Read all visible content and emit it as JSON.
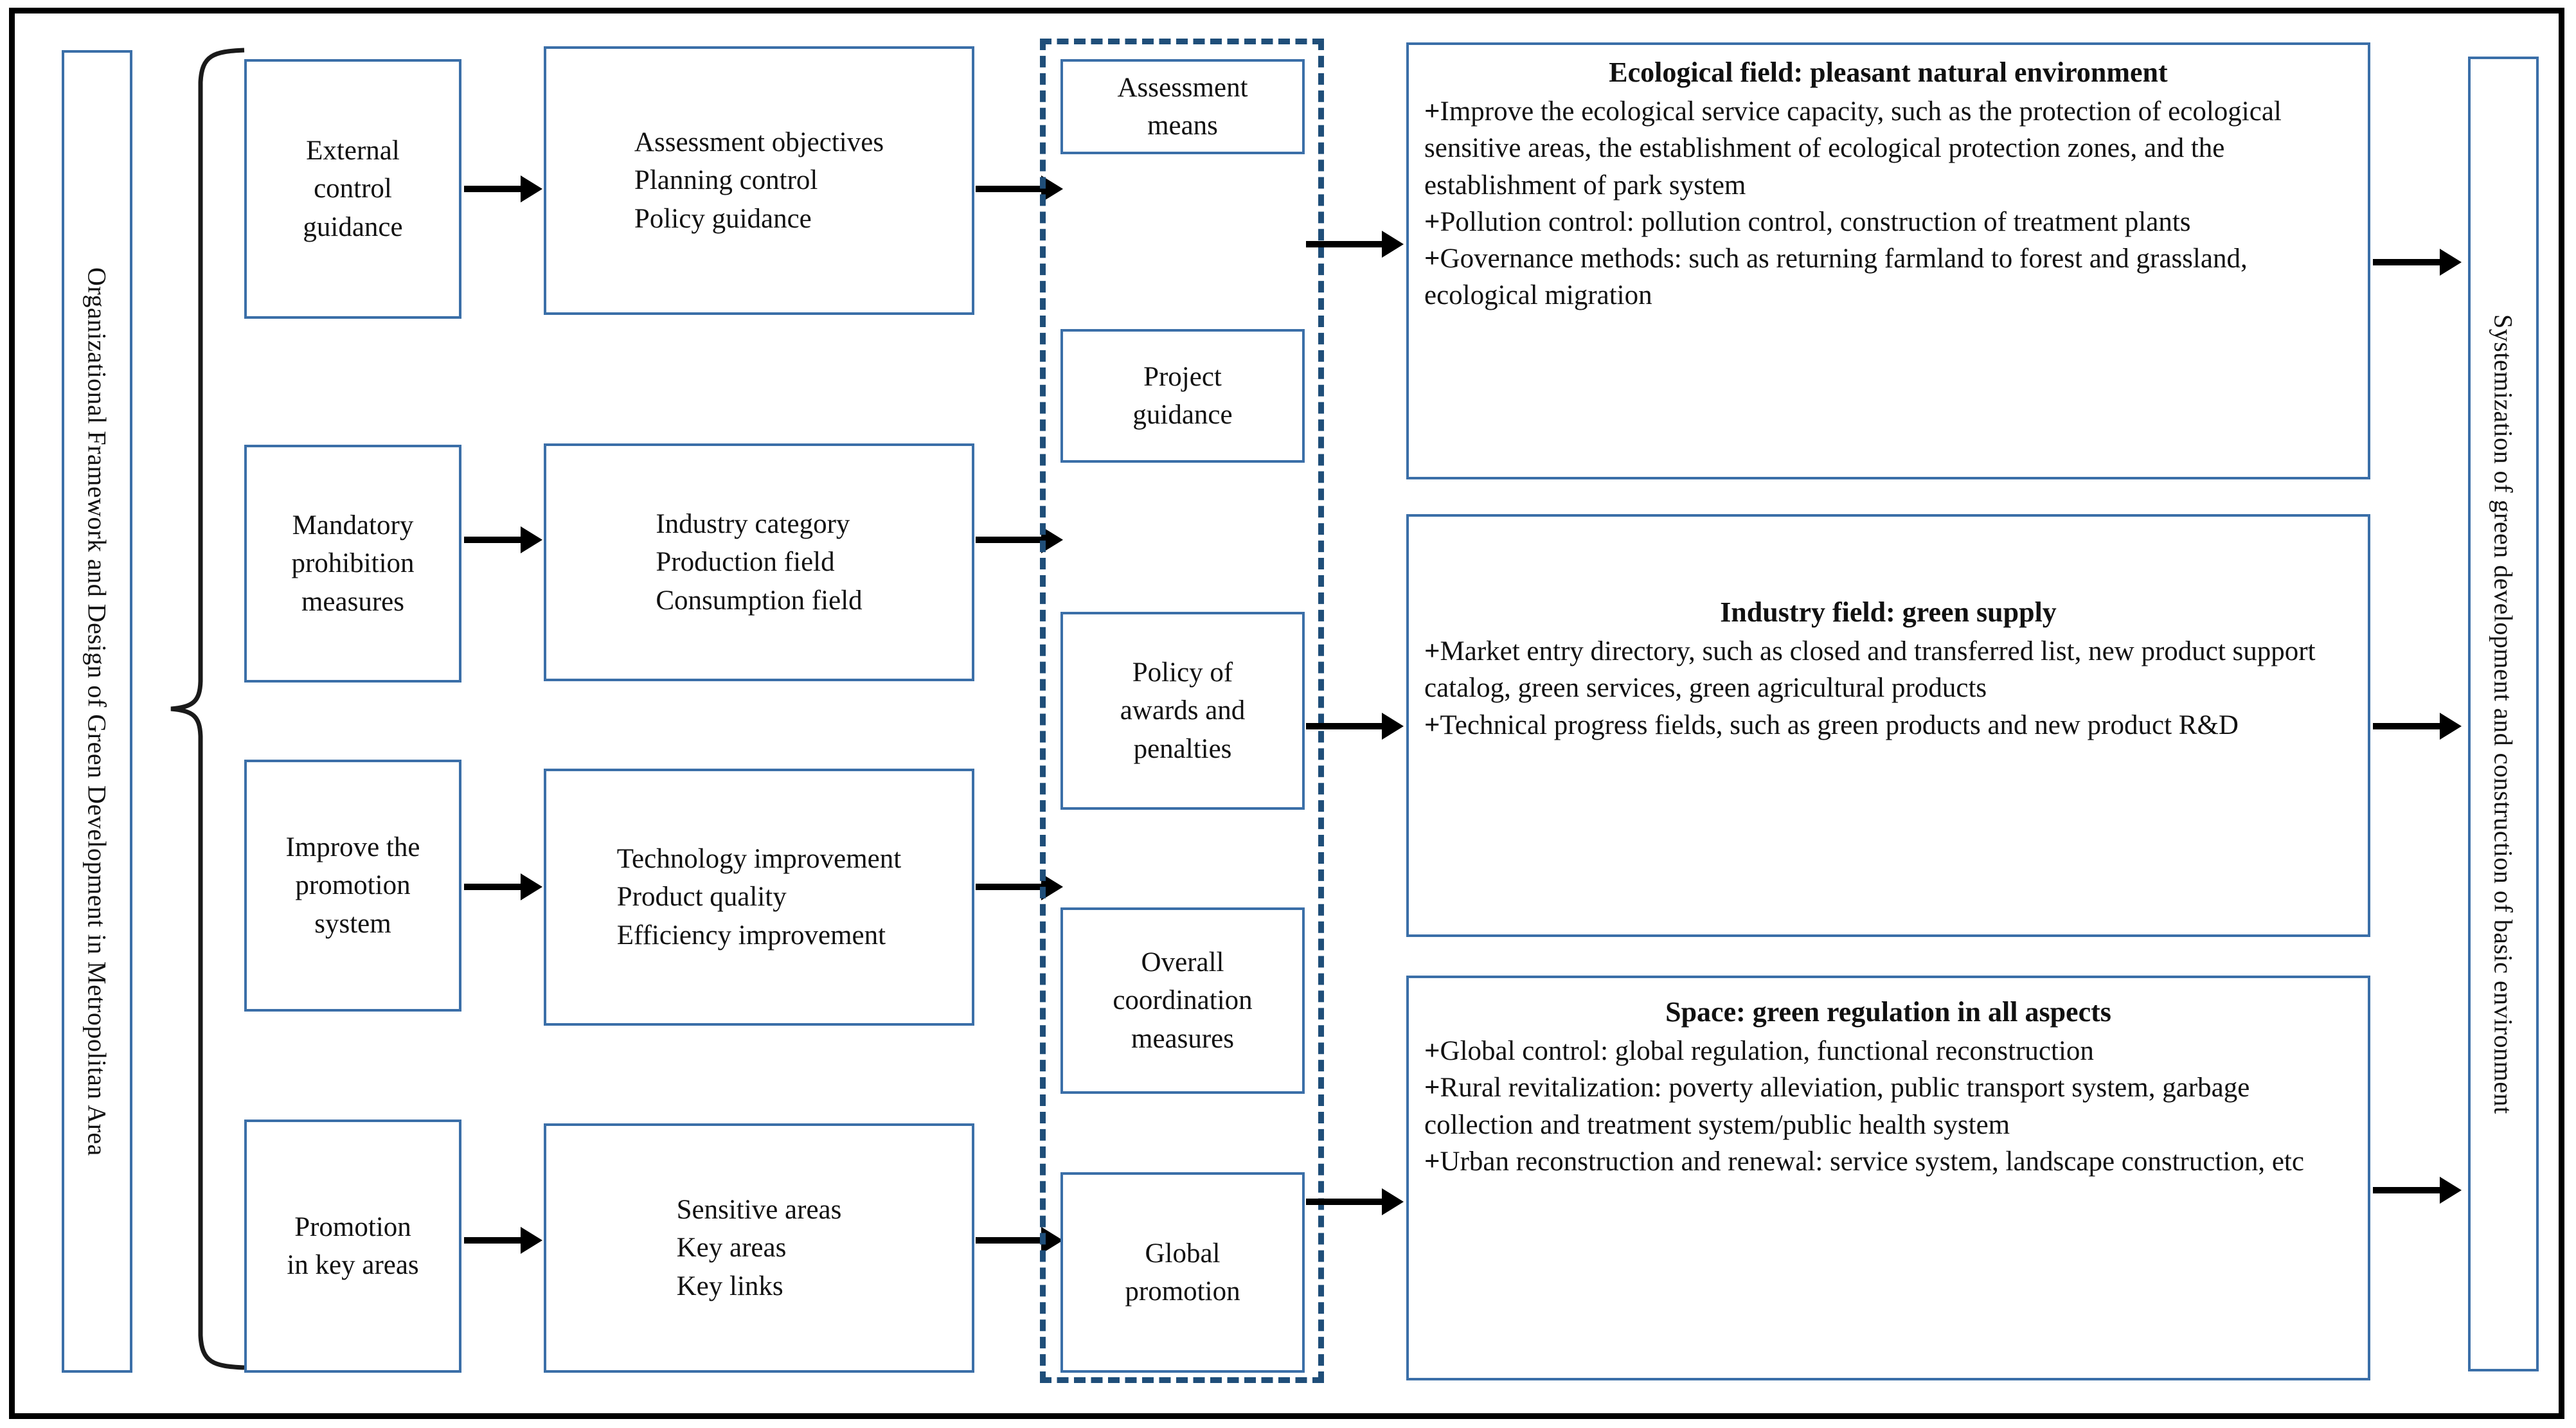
{
  "diagram": {
    "left_label": "Organizational Framework and Design of Green Development in Metropolitan Area",
    "right_label": "Systemization of green development and construction of basic environment",
    "column1": [
      {
        "name": "external-control-guidance",
        "lines": [
          "External",
          "control",
          "guidance"
        ]
      },
      {
        "name": "mandatory-prohibition-measures",
        "lines": [
          "Mandatory",
          "prohibition",
          "measures"
        ]
      },
      {
        "name": "improve-the-promotion-system",
        "lines": [
          "Improve the",
          "promotion",
          "system"
        ]
      },
      {
        "name": "promotion-in-key-areas",
        "lines": [
          "Promotion",
          "in key areas"
        ]
      }
    ],
    "column2": [
      {
        "name": "assessment-objectives-group",
        "lines": [
          "Assessment objectives",
          "Planning control",
          "Policy guidance"
        ]
      },
      {
        "name": "industry-category-group",
        "lines": [
          "Industry category",
          "Production field",
          "Consumption field"
        ]
      },
      {
        "name": "technology-improvement-group",
        "lines": [
          "Technology improvement",
          "Product quality",
          "Efficiency improvement"
        ]
      },
      {
        "name": "sensitive-areas-group",
        "lines": [
          "Sensitive areas",
          "Key areas",
          "Key links"
        ]
      }
    ],
    "column3": [
      {
        "name": "assessment-means",
        "lines": [
          "Assessment",
          "means"
        ]
      },
      {
        "name": "project-guidance",
        "lines": [
          "Project",
          "guidance"
        ]
      },
      {
        "name": "policy-of-awards-and-penalties",
        "lines": [
          "Policy of",
          "awards and",
          "penalties"
        ]
      },
      {
        "name": "overall-coordination-measures",
        "lines": [
          "Overall",
          "coordination",
          "measures"
        ]
      },
      {
        "name": "global-promotion",
        "lines": [
          "Global",
          "promotion"
        ]
      }
    ],
    "panels": [
      {
        "name": "ecological-field-panel",
        "title": "Ecological field: pleasant natural environment",
        "items": [
          "Improve the ecological service capacity, such as the protection of ecological sensitive areas, the establishment of ecological protection zones, and the establishment of park system",
          "Pollution control: pollution control, construction of treatment plants",
          "Governance methods: such as returning farmland to forest and grassland, ecological migration"
        ]
      },
      {
        "name": "industry-field-panel",
        "title": "Industry field: green supply",
        "items": [
          "Market entry directory, such as closed and transferred list, new product support catalog, green services, green agricultural products",
          "Technical progress fields, such as green products and new product R&D"
        ]
      },
      {
        "name": "space-panel",
        "title": "Space: green regulation in all aspects",
        "items": [
          "Global control: global regulation, functional reconstruction",
          "Rural revitalization: poverty alleviation, public transport system, garbage collection and treatment system/public health system",
          "Urban reconstruction and renewal: service system, landscape construction, etc"
        ]
      }
    ],
    "bullet_marker": "+",
    "colors": {
      "box_border": "#3b6fa8",
      "dashed_border": "#1f4e79",
      "frame": "#000000",
      "arrow": "#000000",
      "text": "#111111"
    }
  }
}
